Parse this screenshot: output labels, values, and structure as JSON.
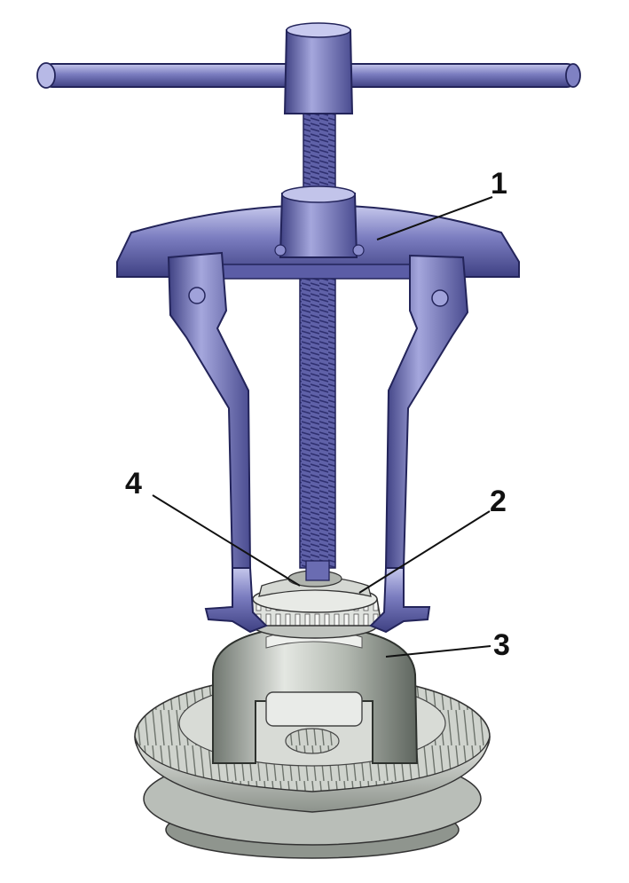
{
  "callouts": [
    {
      "label": "1"
    },
    {
      "label": "2"
    },
    {
      "label": "3"
    },
    {
      "label": "4"
    }
  ],
  "colors": {
    "puller": "#6d6fb5",
    "puller_dark": "#3c3d7e",
    "puller_light": "#a9abdc",
    "housing": "#b6bcb4",
    "housing_dark": "#6a706a",
    "gear": "#c9cdc8",
    "bearing": "#d2d5d1",
    "leader": "#111111"
  },
  "icons": [
    "bearing-puller",
    "differential-housing",
    "ring-gear",
    "tapered-roller-bearing"
  ]
}
